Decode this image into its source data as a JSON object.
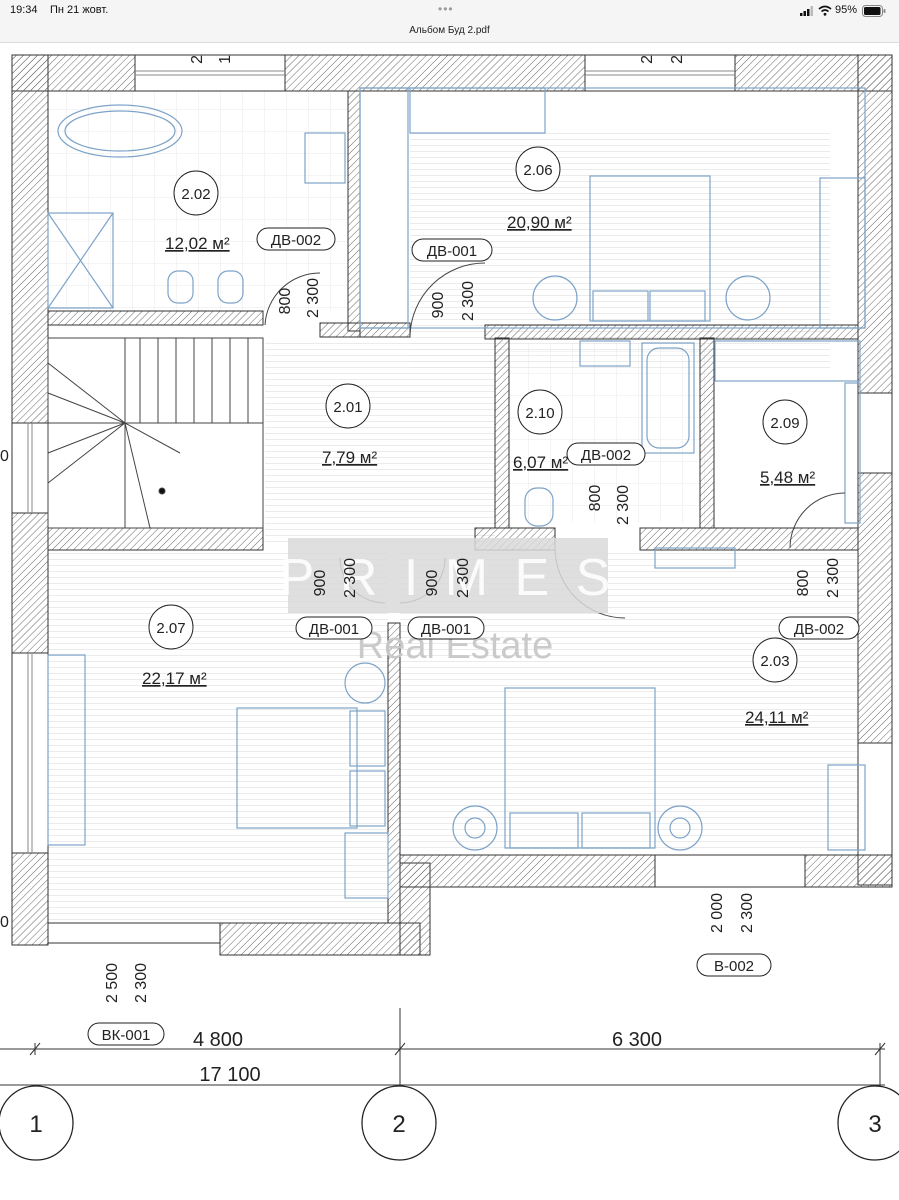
{
  "status_bar": {
    "time": "19:34",
    "date": "Пн 21 жовт.",
    "battery": "95%",
    "icons": [
      "signal-icon",
      "wifi-icon",
      "battery-icon"
    ]
  },
  "document": {
    "title": "Альбом Буд 2.pdf"
  },
  "watermark": {
    "line1": "P R I M E S",
    "line2": "Real Estate"
  },
  "rooms": [
    {
      "id": "2.01",
      "area": "7,79 м²"
    },
    {
      "id": "2.02",
      "area": "12,02 м²"
    },
    {
      "id": "2.03",
      "area": "24,11 м²"
    },
    {
      "id": "2.06",
      "area": "20,90 м²"
    },
    {
      "id": "2.07",
      "area": "22,17 м²"
    },
    {
      "id": "2.09",
      "area": "5,48 м²"
    },
    {
      "id": "2.10",
      "area": "6,07 м²"
    }
  ],
  "door_tags": [
    "ДВ-002",
    "ДВ-001",
    "ДВ-002",
    "ДВ-001",
    "ДВ-001",
    "ДВ-002",
    "В-002",
    "ВК-001"
  ],
  "dimensions": {
    "top_a": "2",
    "top_b": "1",
    "top_c": "2",
    "top_d": "2",
    "d800_a": "800",
    "d2300_a": "2 300",
    "d900_a": "900",
    "d2300_b": "2 300",
    "d800_b": "800",
    "d2300_c": "2 300",
    "d900_b": "900",
    "d2300_d": "2 300",
    "d900_c": "900",
    "d2300_e": "2 300",
    "d800_c": "800",
    "d2300_f": "2 300",
    "d2000": "2 000",
    "d2300_g": "2 300",
    "d2500": "2 500",
    "d2300_h": "2 300",
    "left_a": "0",
    "left_b": "0",
    "span_a": "4 800",
    "span_b": "6 300",
    "total": "17 100"
  },
  "axes": [
    "1",
    "2",
    "3"
  ]
}
